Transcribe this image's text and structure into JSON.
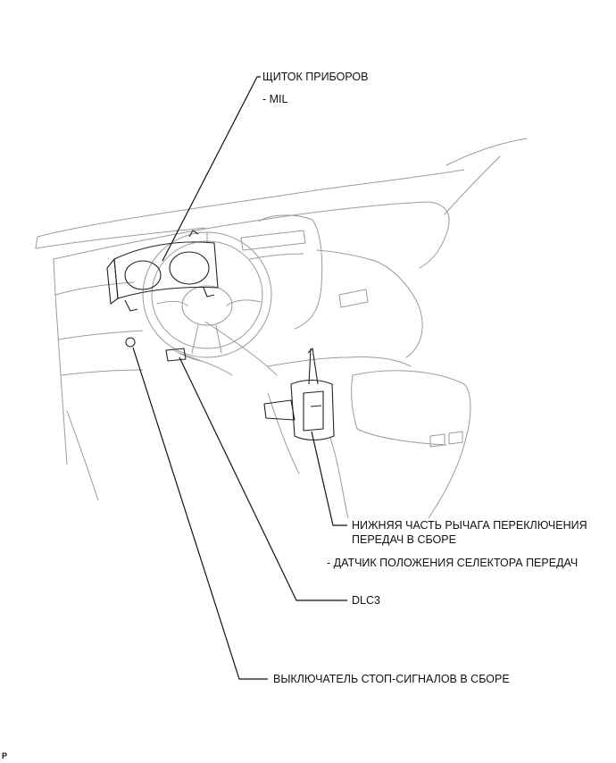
{
  "labels": {
    "instrument_panel": "ЩИТОК ПРИБОРОВ",
    "instrument_panel_sub": "- MIL",
    "shift_lever_line1": "НИЖНЯЯ ЧАСТЬ РЫЧАГА ПЕРЕКЛЮЧЕНИЯ",
    "shift_lever_line2": "ПЕРЕДАЧ В СБОРЕ",
    "shift_lever_sub": "- ДАТЧИК ПОЛОЖЕНИЯ СЕЛЕКТОРА ПЕРЕДАЧ",
    "dlc3": "DLC3",
    "stop_lamp_switch": "ВЫКЛЮЧАТЕЛЬ СТОП-СИГНАЛОВ В СБОРЕ",
    "corner_mark": "P"
  }
}
